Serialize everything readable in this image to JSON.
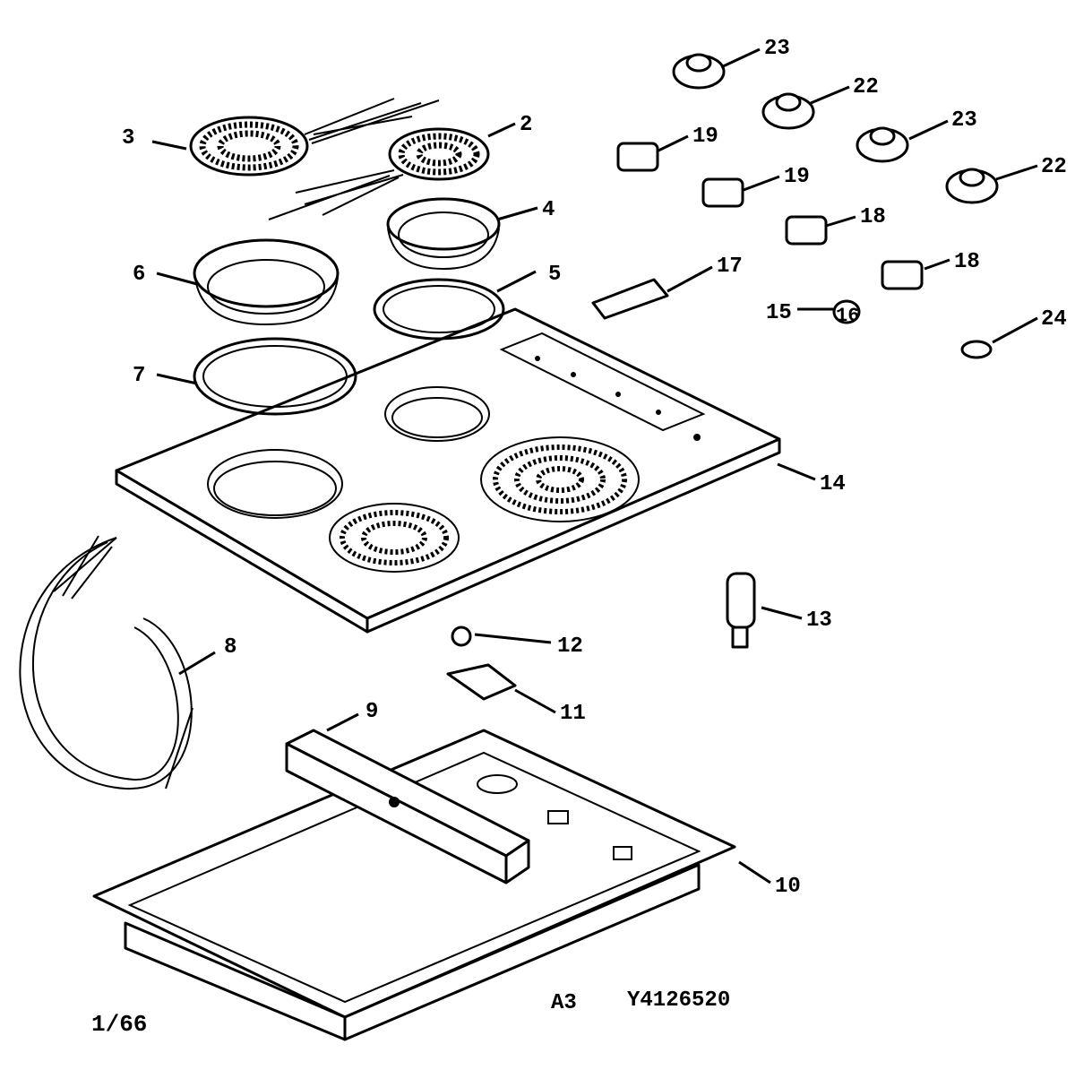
{
  "callouts": {
    "c2": "2",
    "c3": "3",
    "c4": "4",
    "c5": "5",
    "c6": "6",
    "c7": "7",
    "c8": "8",
    "c9": "9",
    "c10": "10",
    "c11": "11",
    "c12": "12",
    "c13": "13",
    "c14": "14",
    "c15": "15",
    "c16": "16",
    "c17": "17",
    "c18a": "18",
    "c18b": "18",
    "c19a": "19",
    "c19b": "19",
    "c22a": "22",
    "c22b": "22",
    "c23a": "23",
    "c23b": "23",
    "c24": "24"
  },
  "footer": {
    "page": "1/66",
    "section": "A3",
    "drawing_number": "Y4126520"
  }
}
